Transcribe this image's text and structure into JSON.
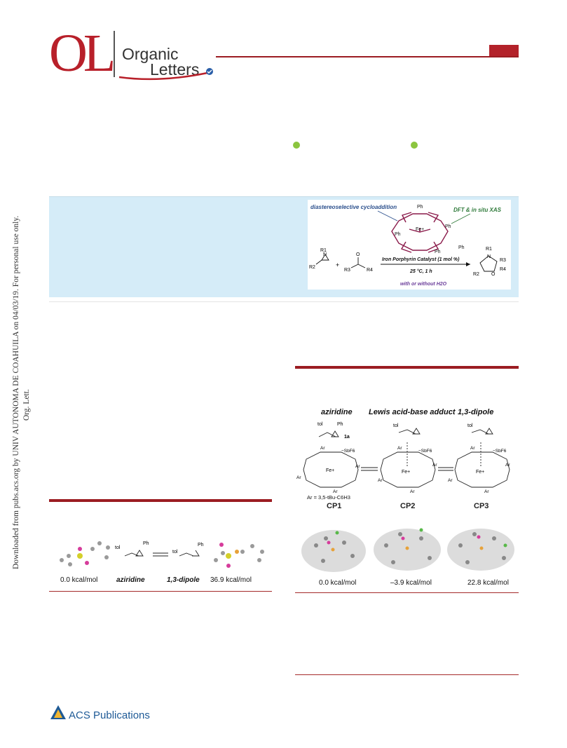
{
  "journal": {
    "logo_initials": "OL",
    "name_line1": "Organic",
    "name_line2": "Letters"
  },
  "sidebar": {
    "citation": "Org. Lett.",
    "download_note": "Downloaded from pubs.acs.org by UNIV AUTONOMA DE COAHUILA on 04/03/19. For personal use only."
  },
  "toc_graphic": {
    "label_left": "diastereoselective cycloaddition",
    "label_right": "DFT & in situ XAS",
    "catalyst_center": "Fe+",
    "porphyrin_substituent": "Ph",
    "reaction_condition_1": "Iron Porphyrin Catalyst (1 mol %)",
    "reaction_condition_2": "25 °C, 1 h",
    "reaction_condition_3": "with or without H2O",
    "plus_sign": "+",
    "aziridine_r1": "R1",
    "aziridine_r2": "R2",
    "carbonyl_r3": "R3",
    "carbonyl_r4": "R4",
    "product_r1": "R1",
    "product_r2": "R2",
    "product_r3": "R3",
    "product_r4": "R4",
    "atom_n": "N",
    "atom_o": "O"
  },
  "figure1": {
    "energy_left": "0.0 kcal/mol",
    "label_aziridine": "aziridine",
    "label_dipole": "1,3-dipole",
    "energy_right": "36.9 kcal/mol",
    "tol": "tol",
    "ph": "Ph"
  },
  "figure2": {
    "heading_1": "aziridine",
    "heading_2": "Lewis acid-base adduct",
    "heading_3": "1,3-dipole",
    "compound_label": "1a",
    "ar_definition": "Ar = 3,5-tBu-C6H3",
    "cp1": "CP1",
    "cp2": "CP2",
    "cp3": "CP3",
    "counterion": "−SbF6",
    "ar": "Ar",
    "fe": "Fe+",
    "energy_1": "0.0 kcal/mol",
    "energy_2": "–3.9 kcal/mol",
    "energy_3": "22.8 kcal/mol"
  },
  "footer": {
    "publisher": "ACS Publications"
  },
  "colors": {
    "brand_red": "#b8202a",
    "band_blue": "#d5ecf8",
    "porphyrin": "#8a1a4a",
    "label_blue": "#2b4f8c",
    "label_green": "#2f7a3a",
    "label_purple": "#6a3d9a"
  }
}
